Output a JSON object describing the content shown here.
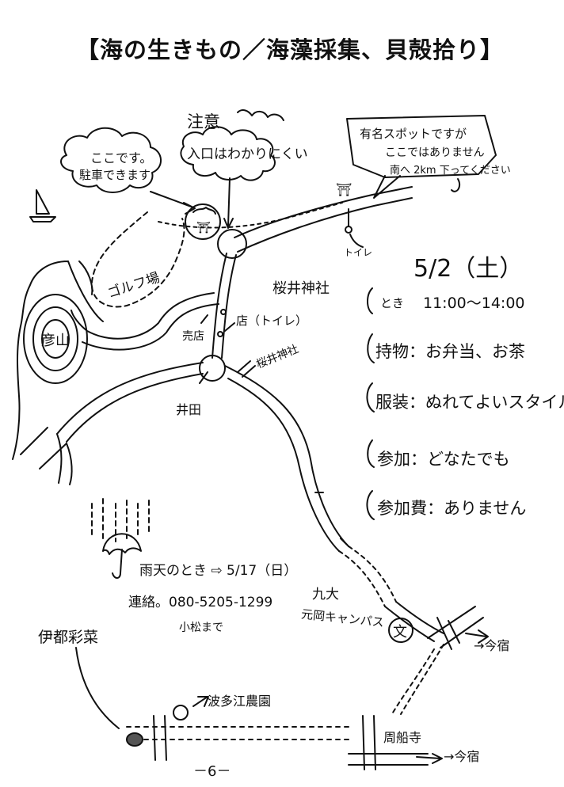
{
  "title": "【海の生きもの／海藻採集、貝殻拾り】",
  "notes": {
    "caution_title": "注意",
    "caution_text": "入口はわかりにくい",
    "parking_line1": "ここです。",
    "parking_line2": "駐車できます",
    "famous_line1": "有名スポットですが",
    "famous_line2": "ここではありません",
    "famous_line3": "南へ 2km 下ってください"
  },
  "places": {
    "golf": "ゴルフ場",
    "mountain": "彦山",
    "shrine": "桜井神社",
    "shrine_sign": "桜井神社",
    "shop_toilet": "店（トイレ）",
    "shop": "売店",
    "toilet": "トイレ",
    "bus_stop": "井田",
    "univ_line1": "九大",
    "univ_line2": "元岡キャンパス",
    "imajuku1": "→今宿",
    "imajuku2": "→今宿",
    "itosaisai": "伊都彩菜",
    "farm": "波多江農園",
    "temple": "周船寺"
  },
  "symbols": {
    "torii1": "⛩",
    "torii2": "⛩",
    "school": "文"
  },
  "info": {
    "date": "5/2（土）",
    "time_label": "とき",
    "time_value": "11:00〜14:00",
    "items": "持物：お弁当、お茶",
    "clothing": "服装：ぬれてよいスタイル。",
    "participation": "参加：どなたでも",
    "fee": "参加費：ありません",
    "rain": "雨天のとき ⇨ 5/17（日）",
    "contact": "連絡。080-5205-1299",
    "contact_name": "小松まで"
  },
  "page_number": "－6－"
}
